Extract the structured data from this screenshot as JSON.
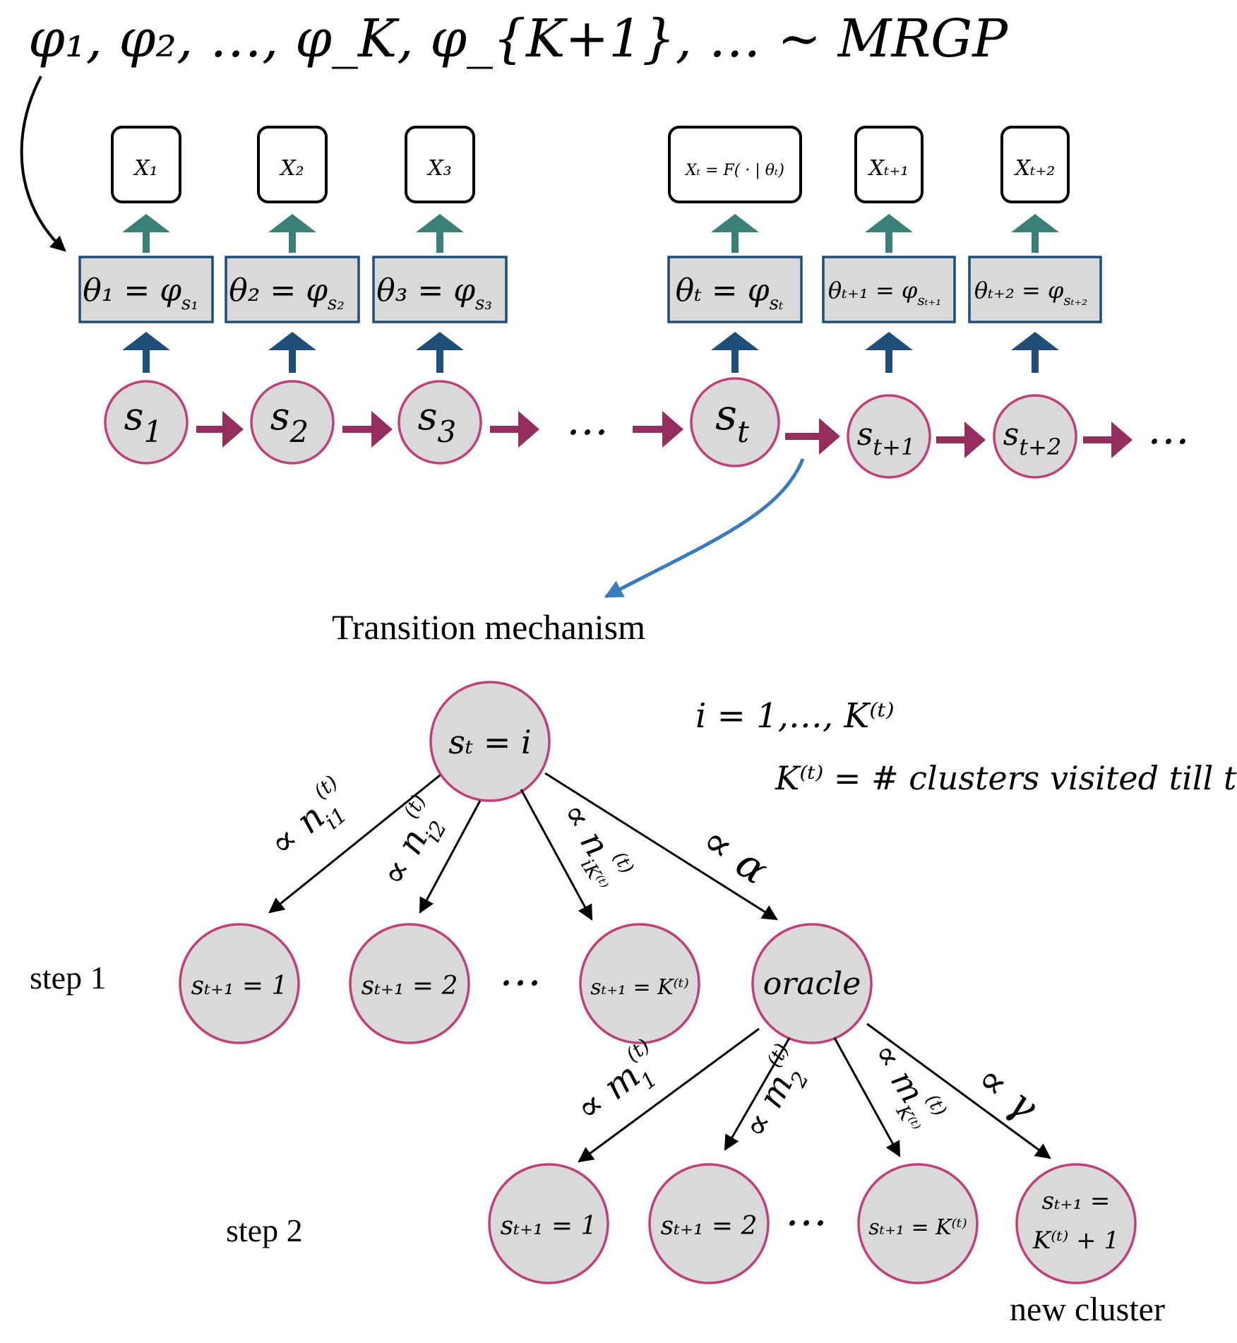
{
  "title": "φ₁, φ₂, …, φ_K, φ_{K+1}, … ∼ MRGP",
  "top_chain": {
    "columns": [
      {
        "obs": "X₁",
        "theta": "θ₁ = φ",
        "theta_sub": "s₁",
        "state": "s",
        "state_sub": "1"
      },
      {
        "obs": "X₂",
        "theta": "θ₂ = φ",
        "theta_sub": "s₂",
        "state": "s",
        "state_sub": "2"
      },
      {
        "obs": "X₃",
        "theta": "θ₃ = φ",
        "theta_sub": "s₃",
        "state": "s",
        "state_sub": "3"
      },
      {
        "obs": "Xₜ = F( · | θₜ)",
        "theta": "θₜ = φ",
        "theta_sub": "sₜ",
        "state": "s",
        "state_sub": "t"
      },
      {
        "obs": "Xₜ₊₁",
        "theta": "θₜ₊₁ = φ",
        "theta_sub": "sₜ₊₁",
        "state": "s",
        "state_sub": "t+1"
      },
      {
        "obs": "Xₜ₊₂",
        "theta": "θₜ₊₂ = φ",
        "theta_sub": "sₜ₊₂",
        "state": "s",
        "state_sub": "t+2"
      }
    ],
    "ellipsis": "…",
    "ellipsis_end": "…"
  },
  "transition_label": "Transition mechanism",
  "tree": {
    "root": "sₜ = i",
    "note1": "i = 1,…, K⁽ᵗ⁾",
    "note2": "K⁽ᵗ⁾ = # clusters visited till  t",
    "step1_label": "step 1",
    "step2_label": "step 2",
    "step1_nodes": [
      "sₜ₊₁ = 1",
      "sₜ₊₁ = 2",
      "sₜ₊₁ = K⁽ᵗ⁾"
    ],
    "oracle": "oracle",
    "step1_edges": [
      "∝ n",
      "∝ n",
      "∝ n",
      "∝ α"
    ],
    "step1_edge_sups": [
      "(t)",
      "(t)",
      "(t)"
    ],
    "step1_edge_subs": [
      "i1",
      "i2",
      "iK⁽ᵗ⁾"
    ],
    "step2_nodes": [
      "sₜ₊₁ = 1",
      "sₜ₊₁ = 2",
      "sₜ₊₁ = K⁽ᵗ⁾"
    ],
    "new_node_line1": "sₜ₊₁ =",
    "new_node_line2": "K⁽ᵗ⁾ + 1",
    "step2_edges": [
      "∝ m",
      "∝ m",
      "∝ m",
      "∝ γ"
    ],
    "step2_edge_sups": [
      "(t)",
      "(t)",
      "(t)"
    ],
    "step2_edge_subs": [
      "1",
      "2",
      "K⁽ᵗ⁾"
    ],
    "ellipsis": "…",
    "new_cluster_label": "new cluster"
  },
  "colors": {
    "state_border": "#c0407a",
    "node_fill": "#d9d9d9",
    "theta_border": "#1f4e79",
    "emission_arrow": "#3a8078",
    "theta_arrow": "#1f4e79",
    "transition_arrow": "#952e5e",
    "curve_blue": "#3a7abf"
  }
}
